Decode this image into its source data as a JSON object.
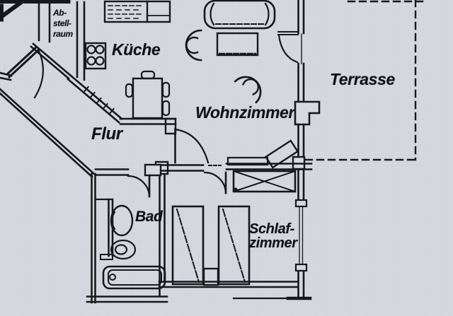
{
  "canvas": {
    "background_color": "#d6d9df",
    "ink_color": "#17181c",
    "description": "Scanned apartment floor plan (Grundriss) with rooms, furniture and a dashed terrace boundary"
  },
  "rooms": {
    "abstellraum": {
      "label": "Ab-\nstell-\nraum"
    },
    "kueche": {
      "label": "Küche"
    },
    "wohnzimmer": {
      "label": "Wohnzimmer"
    },
    "terrasse": {
      "label": "Terrasse"
    },
    "flur": {
      "label": "Flur"
    },
    "bad": {
      "label": "Bad"
    },
    "schlafzimmer": {
      "label": "Schlaf-\nzimmer"
    }
  },
  "plan_elements": [
    "entrance-door-with-swing",
    "storage-room",
    "kitchen-sink-counter",
    "stove-hob-4-burners",
    "dining-table-with-chairs",
    "sofa",
    "coffee-table",
    "armchair",
    "armchair",
    "tv-on-stand",
    "sideboard",
    "terrace-door-with-swing",
    "dashed-terrace-boundary",
    "wardrobe-crossed",
    "bed",
    "bed",
    "nightstand",
    "washbasin",
    "wc",
    "bathtub",
    "bedroom-window",
    "interior-door-bad",
    "interior-door-schlafzimmer",
    "interior-door-wohnzimmer"
  ]
}
